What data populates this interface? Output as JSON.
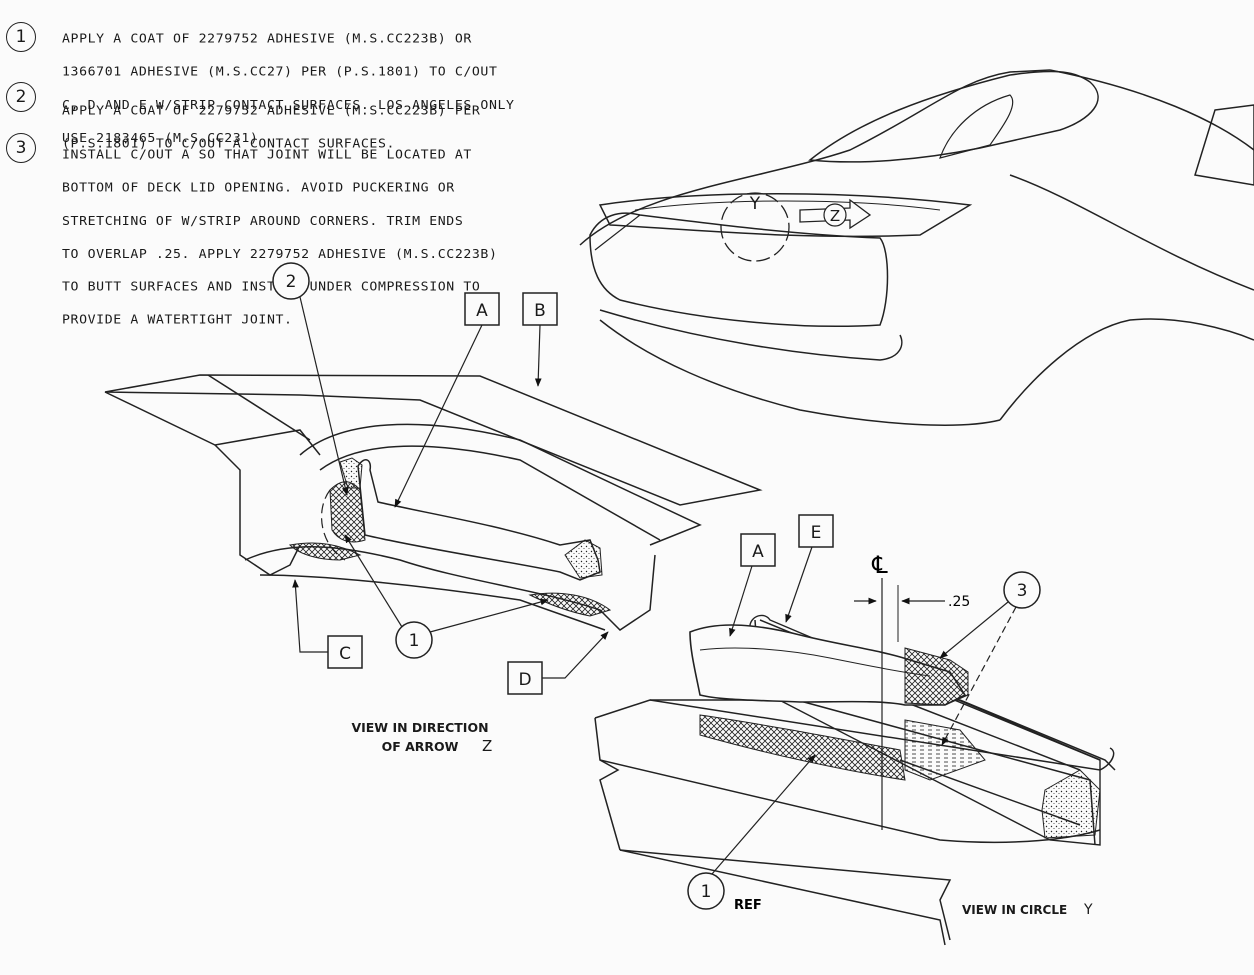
{
  "notes": [
    {
      "num": "1",
      "lines": [
        "APPLY A COAT OF 2279752 ADHESIVE (M.S.CC223B) OR",
        "1366701 ADHESIVE (M.S.CC27) PER (P.S.1801) TO C/OUT",
        "C, D AND E W/STRIP CONTACT SURFACES. LOS ANGELES ONLY",
        "USE 2183465 (M.S.CC231)"
      ]
    },
    {
      "num": "2",
      "lines": [
        "APPLY A COAT OF 2279752 ADHESIVE (M.S.CC223B) PER",
        "(P.S.1801) TO C/OUT A CONTACT SURFACES."
      ]
    },
    {
      "num": "3",
      "lines": [
        "INSTALL C/OUT A SO THAT JOINT WILL BE LOCATED AT",
        "BOTTOM OF DECK LID OPENING. AVOID PUCKERING OR",
        "STRETCHING OF W/STRIP AROUND CORNERS. TRIM ENDS",
        "TO OVERLAP .25. APPLY 2279752 ADHESIVE (M.S.CC223B)",
        "TO BUTT SURFACES AND INSTALL UNDER COMPRESSION TO",
        "PROVIDE A WATERTIGHT JOINT."
      ]
    }
  ],
  "car_view": {
    "circle_label": "Y",
    "arrow_label": "Z"
  },
  "view_z": {
    "callouts": {
      "note_2": "2",
      "a": "A",
      "b": "B",
      "c": "C",
      "d": "D",
      "note_1": "1"
    },
    "caption_line1": "VIEW IN DIRECTION",
    "caption_line2": "OF ARROW",
    "caption_arrow": "Z"
  },
  "view_y": {
    "callouts": {
      "a": "A",
      "e": "E",
      "note_3": "3",
      "note_1": "1"
    },
    "centerline_symbol": "℄",
    "dimension": ".25",
    "ref_label": "REF",
    "caption": "VIEW IN CIRCLE",
    "caption_letter": "Y"
  }
}
